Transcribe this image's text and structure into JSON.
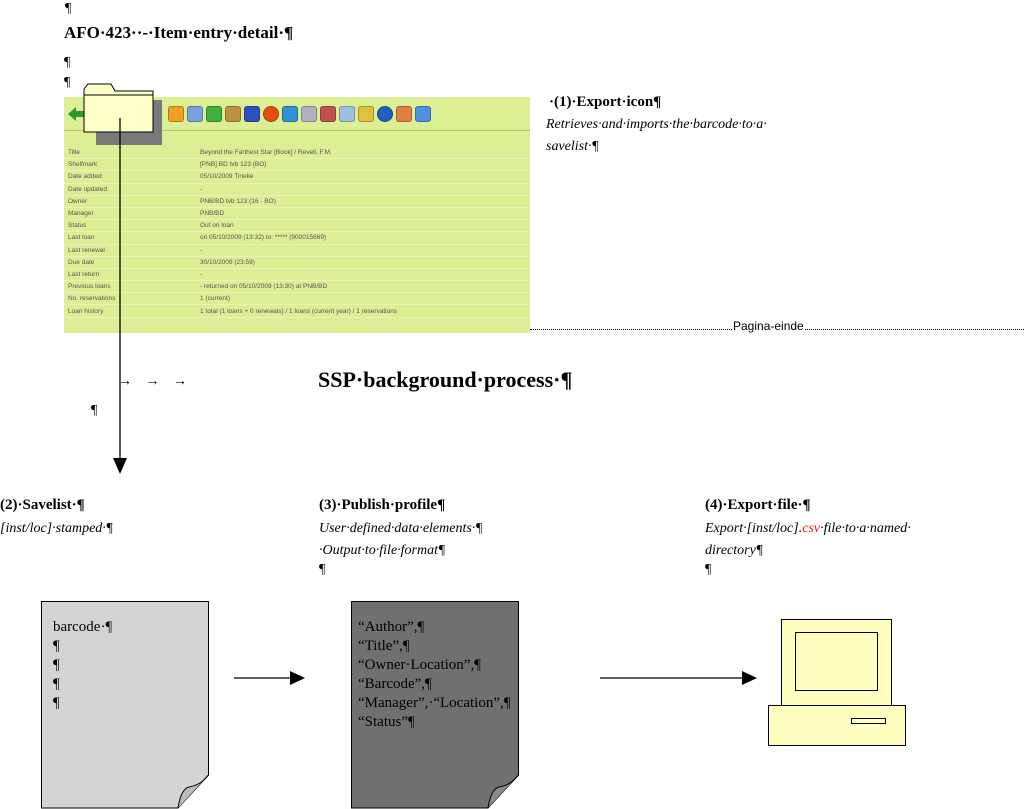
{
  "top_mark": "¶",
  "title": "AFO·423··-·Item·entry·detail·¶",
  "para1": "¶",
  "para2": "¶",
  "export_icon_heading": "·(1)·Export·icon¶",
  "export_icon_desc_1": "Retrieves·and·imports·the·barcode·to·a·",
  "export_icon_desc_2": "savelist·¶",
  "detail_rows": [
    {
      "label": "Title",
      "value": "Beyond the Farthest Star [Book] / Revell, F.M."
    },
    {
      "label": "Shelfmark",
      "value": "[PNB] BD tvb 123 (BO)"
    },
    {
      "label": "Date added",
      "value": "05/10/2009 Tineke"
    },
    {
      "label": "Date updated",
      "value": "-"
    },
    {
      "label": "Owner",
      "value": "PNB/BD tvb 123 (16 - BO)"
    },
    {
      "label": "Manager",
      "value": "PNB/BD"
    },
    {
      "label": "Status",
      "value": "Out on loan"
    },
    {
      "label": "Last loan",
      "value": "on 05/10/2009 (13:32) to: ***** (900015669)"
    },
    {
      "label": "Last renewal",
      "value": "-"
    },
    {
      "label": "Due date",
      "value": "30/10/2009 (23:59)"
    },
    {
      "label": "Last return",
      "value": "-"
    },
    {
      "label": "Previous loans",
      "value": "- returned on 05/10/2009 (13:30) at PNB/BD"
    },
    {
      "label": "No. reservations",
      "value": "1 (current)"
    },
    {
      "label": "Loan history",
      "value": "1 total (1 loans + 0 renewals) / 1 loans (current year) / 1 reservations"
    }
  ],
  "page_break": "Pagina-einde",
  "tab_arrows": "→        →        →",
  "ssp_heading": "SSP·background·process·¶",
  "para3": "¶",
  "savelist_heading": "(2)·Savelist·¶",
  "savelist_desc": "[inst/loc]·stamped·¶",
  "publish_heading": "(3)·Publish·profile¶",
  "publish_desc_1": "User·defined·data·elements·¶",
  "publish_desc_2": "·Output·to·file·format¶",
  "publish_para": "¶",
  "export_file_heading": "(4)·Export·file·¶",
  "export_file_desc_pre": "Export·[inst/loc].",
  "export_file_desc_csv": "csv",
  "export_file_desc_post": "·file·to·a·named·",
  "export_file_desc_2": "directory¶",
  "export_file_para": "¶",
  "savelist_lines": [
    "barcode·¶",
    "¶",
    "¶",
    "¶",
    "¶"
  ],
  "profile_lines": [
    "“Author”,¶",
    "“Title”,¶",
    "“Owner·Location”,¶",
    "“Barcode”,¶",
    "“Manager”,·“Location”,¶",
    "“Status”¶"
  ],
  "icons": [
    "back-arrow-icon",
    "folder-icon",
    "toolbar-icon-set",
    "computer-icon"
  ],
  "colors": {
    "panel": "#dcef95",
    "page_light": "#d4d4d4",
    "page_dark": "#707070",
    "computer": "#ffffc0",
    "csv": "#e02020"
  }
}
